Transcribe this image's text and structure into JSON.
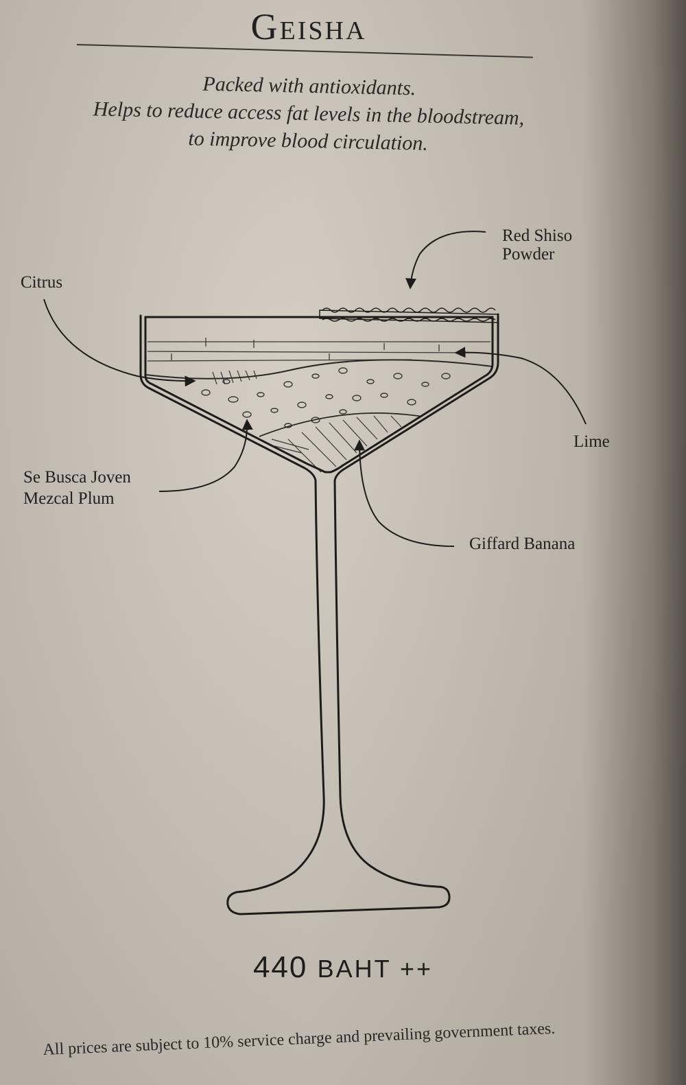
{
  "menu": {
    "title": "Geisha",
    "tagline": [
      "Packed with antioxidants.",
      "Helps to reduce access fat levels in the bloodstream,",
      "to improve blood circulation."
    ],
    "ingredients": {
      "red_shiso_line1": "Red Shiso",
      "red_shiso_line2": "Powder",
      "citrus": "Citrus",
      "lime": "Lime",
      "mezcal_line1": "Se Busca Joven",
      "mezcal_line2": "Mezcal Plum",
      "banana": "Giffard Banana"
    },
    "price_amount": "440",
    "price_unit": "BAHT ++",
    "footer_note": "All prices are subject to 10% service charge and prevailing government taxes."
  }
}
